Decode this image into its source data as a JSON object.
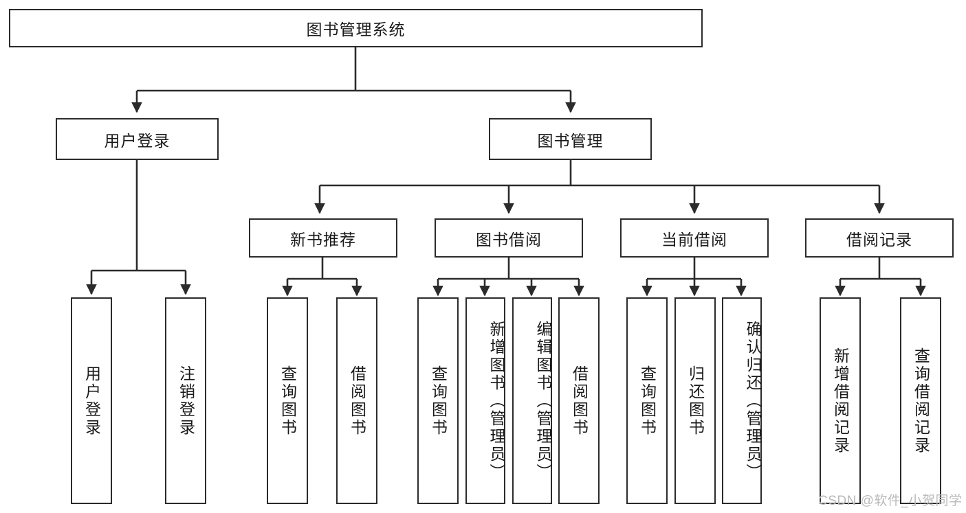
{
  "diagram": {
    "type": "tree-hierarchy",
    "root": {
      "id": "root",
      "label": "图书管理系统"
    },
    "level2": [
      {
        "id": "user-login",
        "label": "用户登录"
      },
      {
        "id": "book-manage",
        "label": "图书管理"
      }
    ],
    "level3": [
      {
        "id": "new-book-rec",
        "label": "新书推荐",
        "parent": "book-manage"
      },
      {
        "id": "book-borrow",
        "label": "图书借阅",
        "parent": "book-manage"
      },
      {
        "id": "current-borrow",
        "label": "当前借阅",
        "parent": "book-manage"
      },
      {
        "id": "borrow-record",
        "label": "借阅记录",
        "parent": "book-manage"
      }
    ],
    "leaves": [
      {
        "id": "leaf-user-login",
        "label": "用户登录",
        "parent": "user-login",
        "align": "center"
      },
      {
        "id": "leaf-user-logout",
        "label": "注销登录",
        "parent": "user-login",
        "align": "center"
      },
      {
        "id": "leaf-query-book-1",
        "label": "查询图书",
        "parent": "new-book-rec",
        "align": "center"
      },
      {
        "id": "leaf-borrow-book-1",
        "label": "借阅图书",
        "parent": "new-book-rec",
        "align": "center"
      },
      {
        "id": "leaf-query-book-2",
        "label": "查询图书",
        "parent": "book-borrow",
        "align": "center"
      },
      {
        "id": "leaf-add-book",
        "label": "新增图书（管理员）",
        "parent": "book-borrow",
        "align": "top"
      },
      {
        "id": "leaf-edit-book",
        "label": "编辑图书（管理员）",
        "parent": "book-borrow",
        "align": "top"
      },
      {
        "id": "leaf-borrow-book-2",
        "label": "借阅图书",
        "parent": "book-borrow",
        "align": "center"
      },
      {
        "id": "leaf-query-book-3",
        "label": "查询图书",
        "parent": "current-borrow",
        "align": "center"
      },
      {
        "id": "leaf-return-book",
        "label": "归还图书",
        "parent": "current-borrow",
        "align": "center"
      },
      {
        "id": "leaf-confirm-return",
        "label": "确认归还（管理员）",
        "parent": "current-borrow",
        "align": "top"
      },
      {
        "id": "leaf-add-record",
        "label": "新增借阅记录",
        "parent": "borrow-record",
        "align": "center"
      },
      {
        "id": "leaf-query-record",
        "label": "查询借阅记录",
        "parent": "borrow-record",
        "align": "center"
      }
    ]
  },
  "watermark": {
    "text": "CSDN @软件_小贺同学"
  },
  "colors": {
    "box_border": "#2b2b2b",
    "box_fill": "#ffffff",
    "edge": "#2b2b2b",
    "text": "#1a1a1a",
    "watermark": "#b9b9b9",
    "background": "#ffffff"
  }
}
